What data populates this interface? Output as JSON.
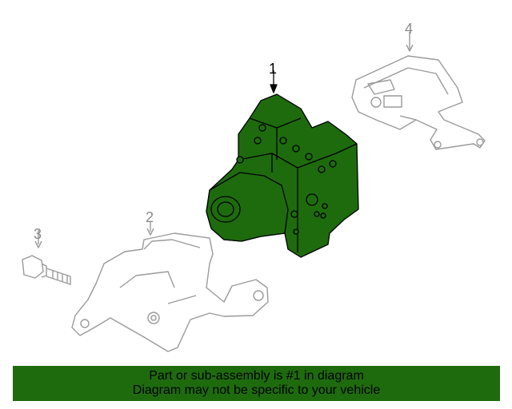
{
  "callouts": {
    "part1": "1",
    "part2": "2",
    "part3": "3",
    "part4": "4"
  },
  "banner": {
    "line1": "Part or sub-assembly is #1 in diagram",
    "line2": "Diagram may not be specific to your vehicle"
  },
  "colors": {
    "highlight": "#1e6b0e",
    "outline": "#9a9a9a",
    "main_outline": "#000000"
  },
  "icons": {
    "part1": "abs-modulator-icon",
    "part2": "mounting-bracket-icon",
    "part3": "bolt-icon",
    "part4": "control-module-icon"
  }
}
